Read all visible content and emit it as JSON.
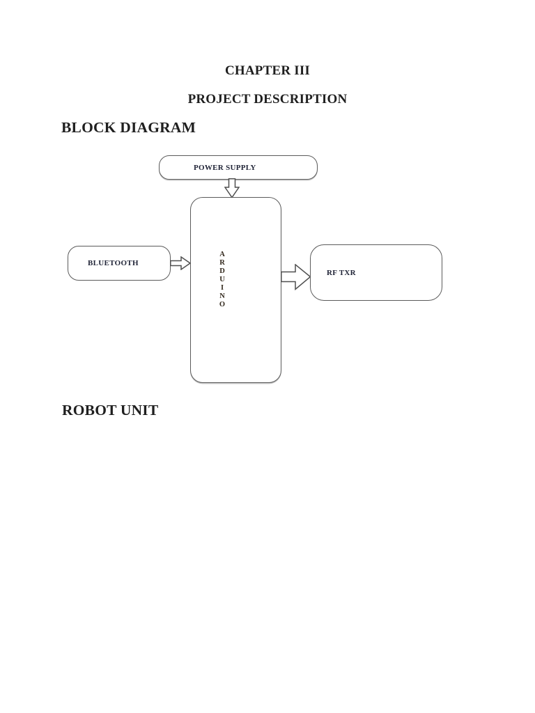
{
  "page": {
    "background": "#ffffff",
    "chapter_title": "CHAPTER III",
    "chapter_subtitle": "PROJECT DESCRIPTION",
    "section_block_diagram": "BLOCK DIAGRAM",
    "section_robot_unit": "ROBOT UNIT"
  },
  "diagram": {
    "type": "block-diagram",
    "blocks": {
      "power_supply": {
        "label": "POWER SUPPLY"
      },
      "bluetooth": {
        "label": "BLUETOOTH"
      },
      "arduino": {
        "label": "ARDUINO",
        "label_stacked": "A\nR\nD\nU\nI\nN\nO"
      },
      "rf_txr": {
        "label": "RF TXR"
      }
    },
    "connections": [
      {
        "from": "POWER SUPPLY",
        "to": "ARDUINO",
        "direction": "down"
      },
      {
        "from": "BLUETOOTH",
        "to": "ARDUINO",
        "direction": "right"
      },
      {
        "from": "ARDUINO",
        "to": "RF TXR",
        "direction": "right"
      }
    ],
    "colors": {
      "box_border": "#5a5a5a",
      "box_fill": "#ffffff",
      "label_text": "#1f2336",
      "arduino_label_text": "#32281c",
      "heading_text": "#1f1f1f",
      "arrow_fill": "#ffffff",
      "arrow_stroke": "#4f4f4f"
    }
  }
}
